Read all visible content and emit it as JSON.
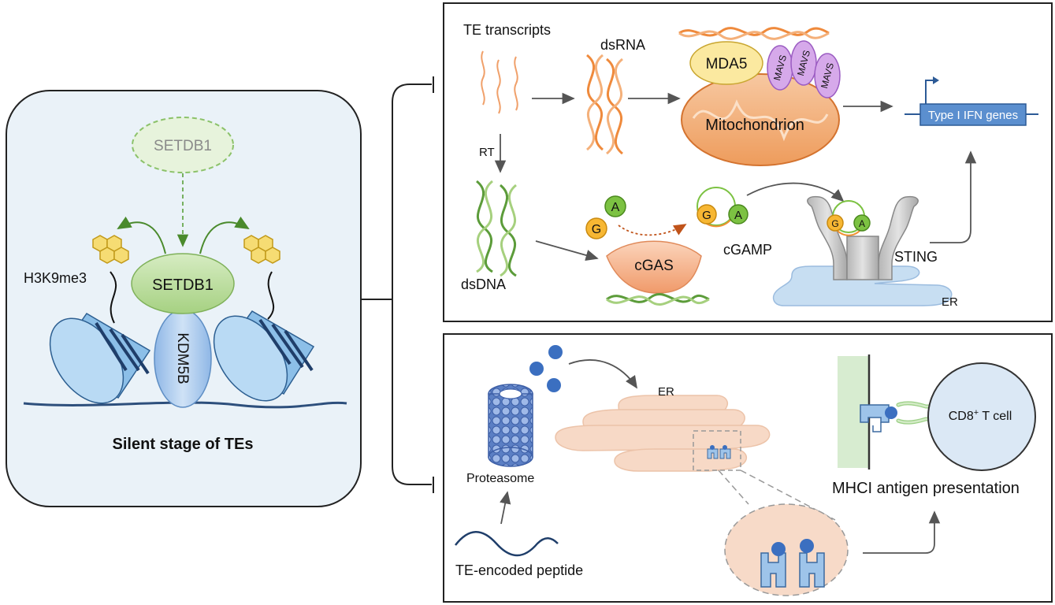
{
  "left_panel": {
    "setdb1_faded": "SETDB1",
    "setdb1": "SETDB1",
    "kdm5b": "KDM5B",
    "h3k9me3": "H3K9me3",
    "caption": "Silent stage of TEs"
  },
  "top_panel": {
    "te_transcripts": "TE transcripts",
    "dsrna": "dsRNA",
    "mda5": "MDA5",
    "mavs": [
      "MAVS",
      "MAVS",
      "MAVS"
    ],
    "mitochondrion": "Mitochondrion",
    "type1_ifn": "Type I IFN genes",
    "rt": "RT",
    "dsdna": "dsDNA",
    "cgas": "cGAS",
    "g": "G",
    "a": "A",
    "cgamp": "cGAMP",
    "sting": "STING",
    "er": "ER"
  },
  "bottom_panel": {
    "er": "ER",
    "proteasome": "Proteasome",
    "te_peptide": "TE-encoded peptide",
    "cd8_prefix": "CD8",
    "cd8_sup": "+",
    "cd8_suffix": " T cell",
    "mhc": "MHCI antigen presentation"
  },
  "colors": {
    "panel_fill": "#eaf2f8",
    "nucleosome": "#a9d1f2",
    "setdb1": "#bfe0a2",
    "dsrna": "#ef8a3c",
    "dsdna": "#6fae4a",
    "mito": "#f2b27f",
    "mda5": "#fbe9a0",
    "mavs": "#d6a9ea",
    "gene_box": "#4f86c6",
    "er": "#c7def2",
    "er_bottom": "#f7d9c6",
    "proteasome": "#7f9ed7",
    "peptide_dot": "#3b6fc0",
    "cd8_cell": "#dbe8f5"
  }
}
